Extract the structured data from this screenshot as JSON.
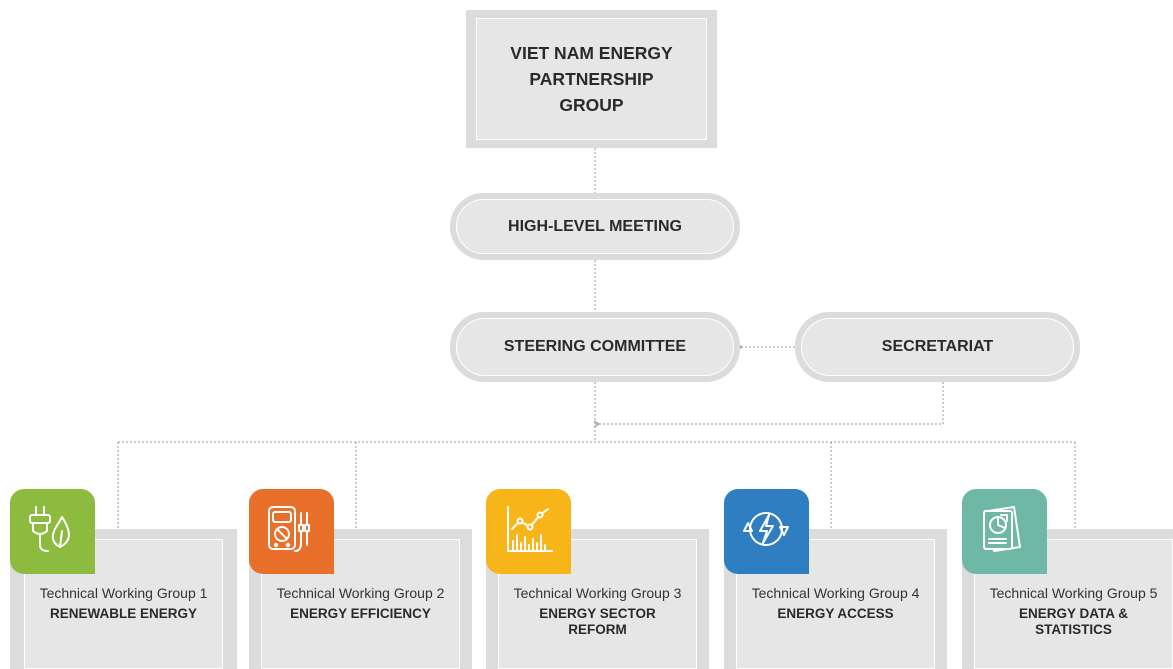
{
  "top": {
    "title": "VIET NAM ENERGY PARTNERSHIP GROUP"
  },
  "high_level": {
    "label": "HIGH-LEVEL MEETING"
  },
  "steering": {
    "label": "STEERING COMMITTEE"
  },
  "secretariat": {
    "label": "SECRETARIAT"
  },
  "groups": [
    {
      "label": "Technical Working Group 1",
      "title": "RENEWABLE ENERGY",
      "color": "#8dbb3f",
      "icon": "plug-leaf-icon"
    },
    {
      "label": "Technical Working Group 2",
      "title": "ENERGY EFFICIENCY",
      "color": "#e8702a",
      "icon": "multimeter-icon"
    },
    {
      "label": "Technical Working Group 3",
      "title": "ENERGY SECTOR REFORM",
      "color": "#f7b519",
      "icon": "growth-chart-icon"
    },
    {
      "label": "Technical Working Group 4",
      "title": "ENERGY ACCESS",
      "color": "#2f7ec1",
      "icon": "energy-cycle-icon"
    },
    {
      "label": "Technical Working Group 5",
      "title": "ENERGY DATA & STATISTICS",
      "color": "#6fb8a5",
      "icon": "report-icon"
    }
  ]
}
